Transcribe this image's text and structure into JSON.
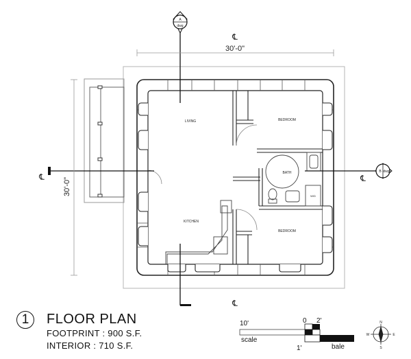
{
  "drawing": {
    "number": "1",
    "title": "FLOOR PLAN",
    "footprint": "FOOTPRINT : 900 S.F.",
    "interior": "INTERIOR : 710 S.F."
  },
  "dimensions": {
    "width": "30'-0\"",
    "height": "30'-0\"",
    "centerline": "℄"
  },
  "rooms": {
    "living": "LIVING",
    "bedroom_top": "BEDROOM",
    "bath": "BATH",
    "kitchen": "KITCHEN",
    "bedroom_bottom": "BEDROOM",
    "closet": "W/D"
  },
  "section_markers": {
    "top_ref": "A",
    "top_sheet": "dwg",
    "right_ref": "B",
    "right_sheet": "dwg"
  },
  "scale_bar": {
    "label_10": "10'",
    "label_0": "0",
    "label_2": "2'",
    "label_scale": "scale",
    "label_1": "1'",
    "label_bale": "bale"
  },
  "north_arrow": {
    "n": "N",
    "s": "S",
    "e": "E",
    "w": "W"
  }
}
